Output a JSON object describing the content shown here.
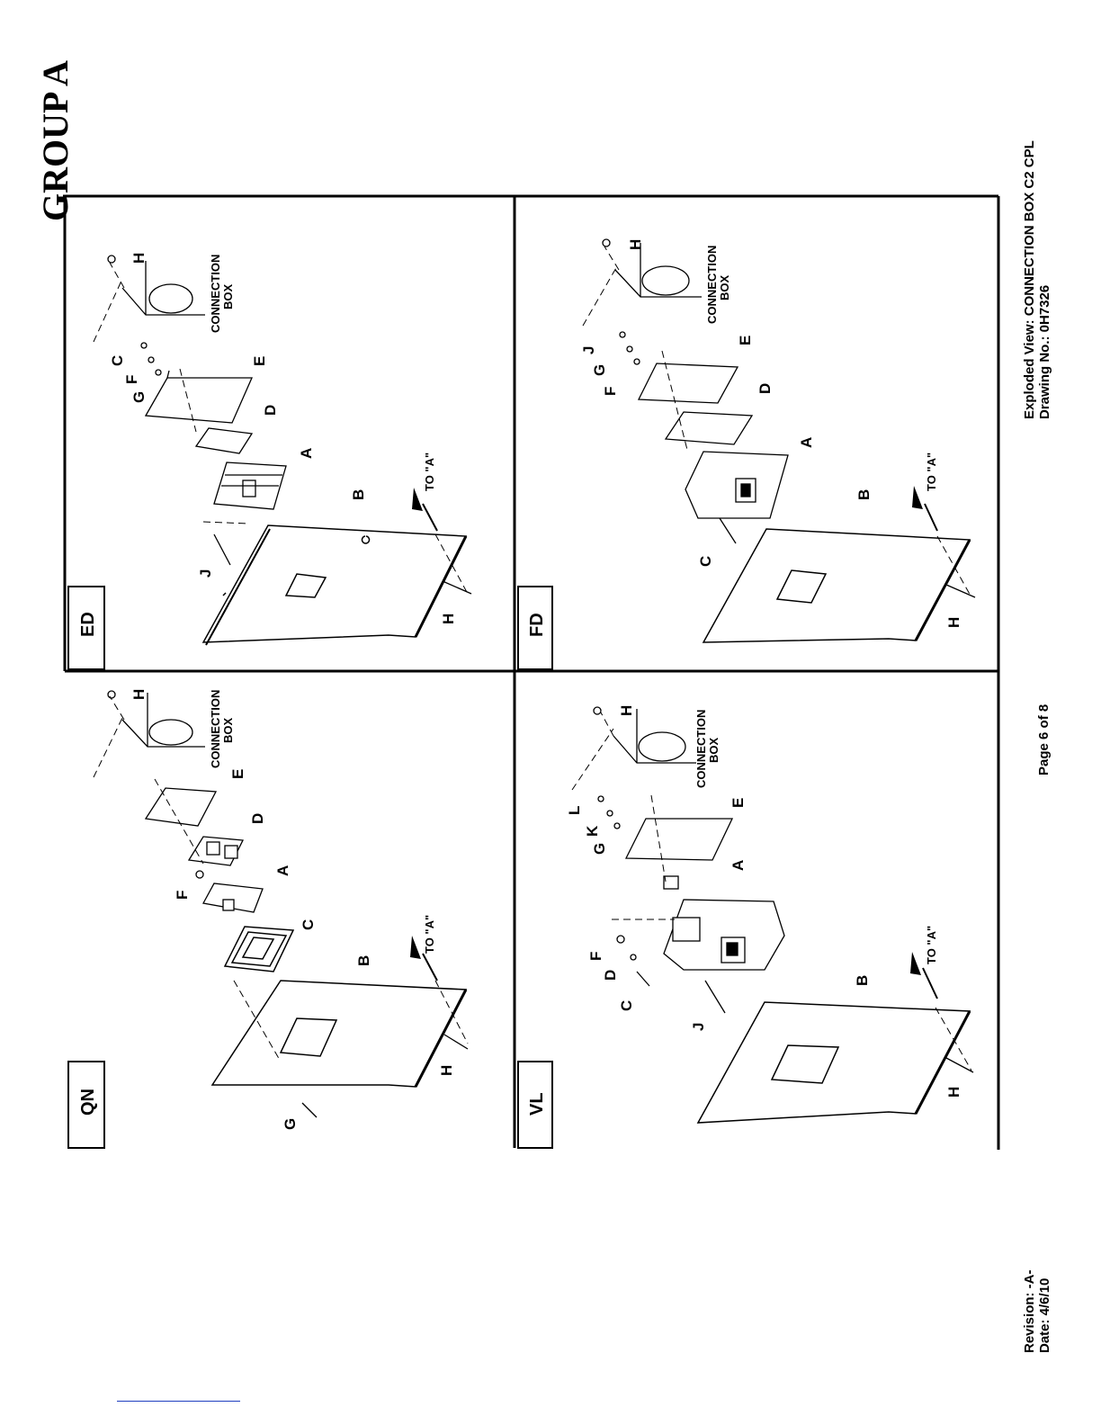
{
  "header": {
    "group_title": "GROUP A"
  },
  "footer": {
    "revision": "Revision: -A-",
    "date": "Date: 4/6/10",
    "title": "Exploded View: CONNECTION BOX C2 CPL",
    "drawing_no": "Drawing No.: 0H7326",
    "page": "Page 6 of 8"
  },
  "common_labels": {
    "connection": "CONNECTION",
    "box": "BOX",
    "to_a": "TO \"A\""
  },
  "panels": {
    "qn": {
      "name": "QN",
      "parts": {
        "a": "A",
        "b": "B",
        "c": "C",
        "d": "D",
        "e": "E",
        "f": "F",
        "g": "G",
        "h1": "H",
        "h2": "H"
      }
    },
    "ed": {
      "name": "ED",
      "parts": {
        "a": "A",
        "b": "B",
        "c": "C",
        "d": "D",
        "e": "E",
        "f": "F",
        "g": "G",
        "h1": "H",
        "h2": "H",
        "j": "J"
      }
    },
    "vl": {
      "name": "VL",
      "parts": {
        "a": "A",
        "b": "B",
        "c": "C",
        "d": "D",
        "e": "E",
        "f": "F",
        "g": "G",
        "h1": "H",
        "h2": "H",
        "j": "J",
        "k": "K",
        "l": "L"
      }
    },
    "fd": {
      "name": "FD",
      "parts": {
        "a": "A",
        "b": "B",
        "c": "C",
        "d": "D",
        "e": "E",
        "f": "F",
        "g": "G",
        "h1": "H",
        "h2": "H",
        "j": "J"
      }
    }
  }
}
